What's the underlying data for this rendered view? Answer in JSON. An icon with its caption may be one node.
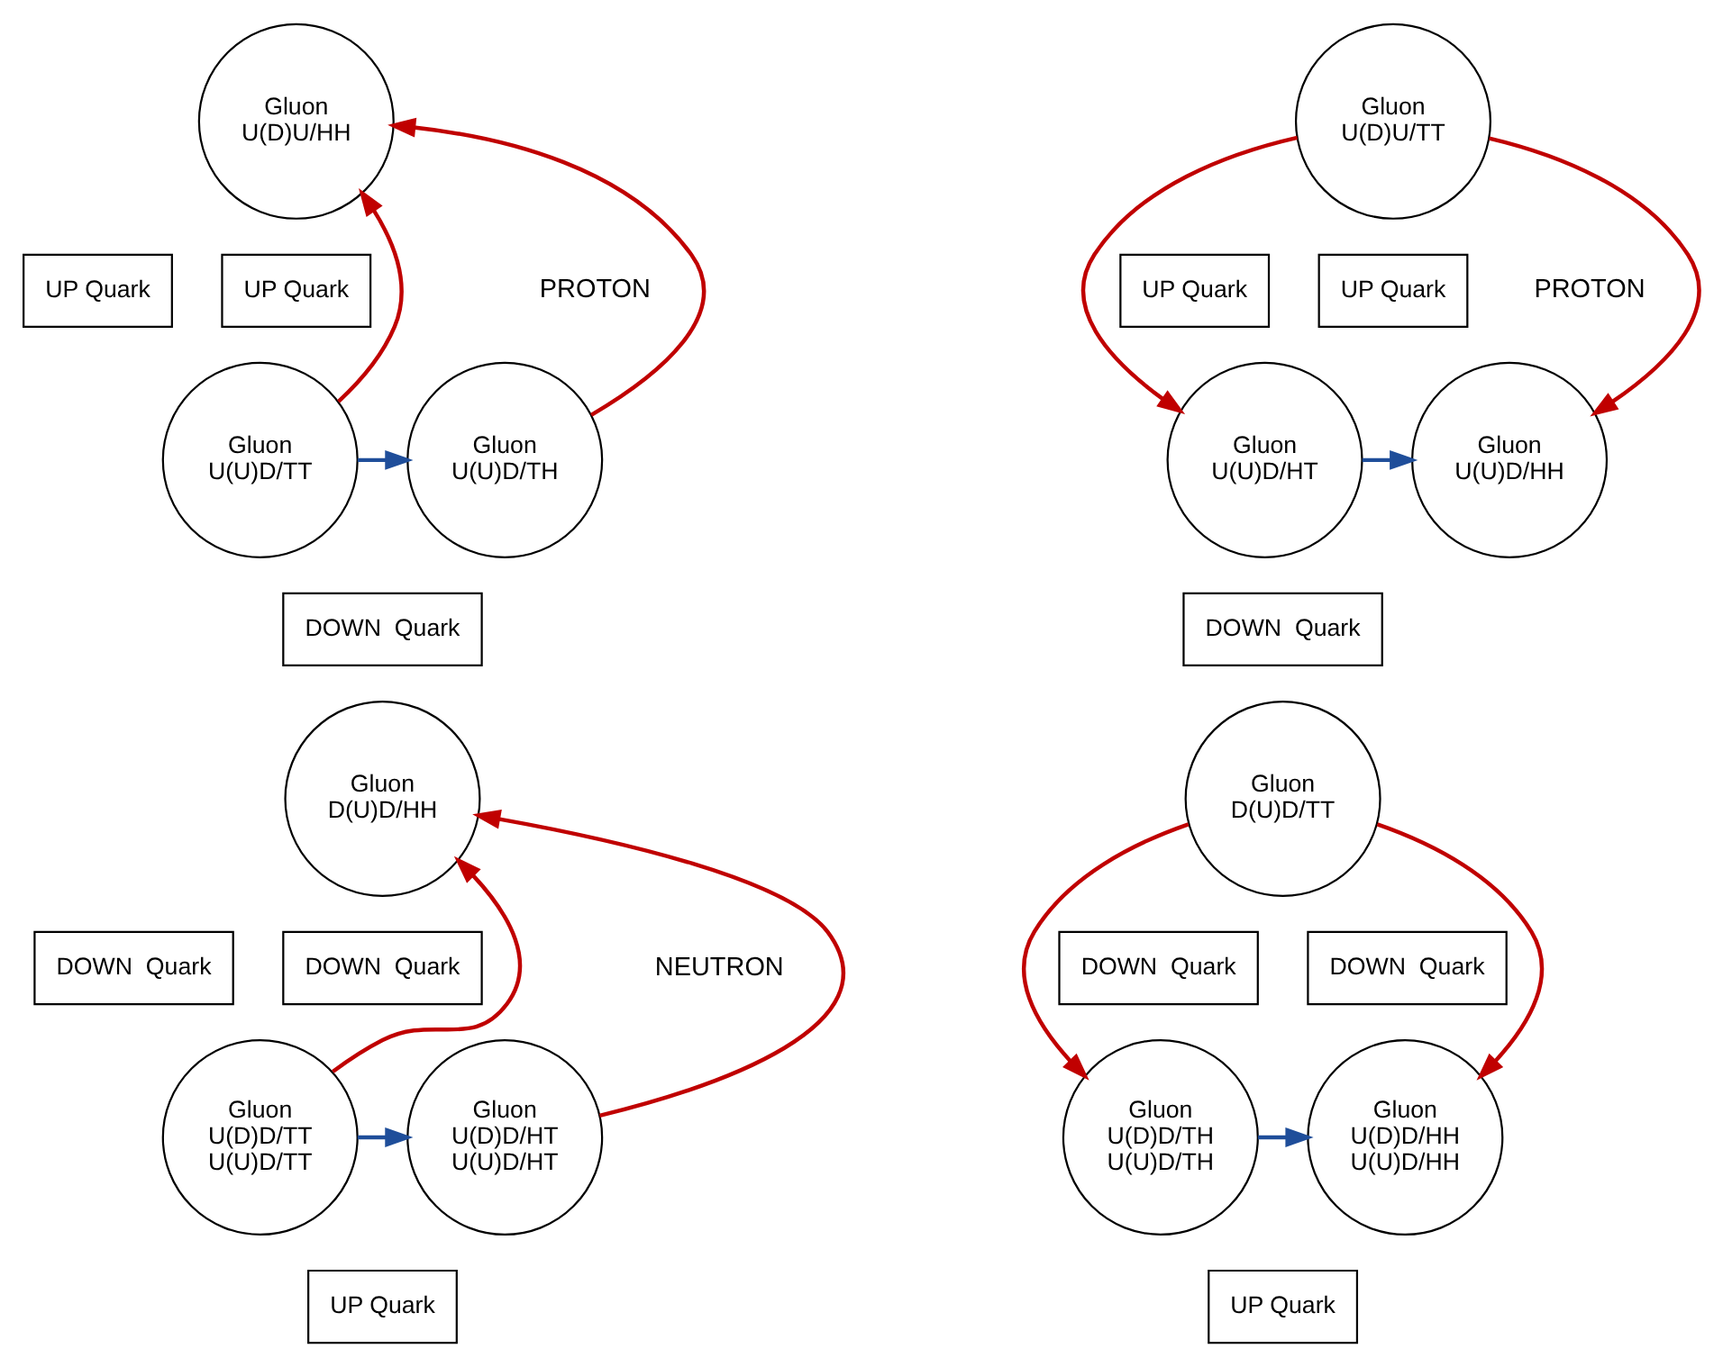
{
  "diagram": {
    "nodes": [
      {
        "text": [
          "Gluon",
          "U(D)U/HH"
        ]
      },
      {
        "text": [
          "UP Quark"
        ]
      },
      {
        "text": [
          "UP Quark"
        ]
      },
      {
        "text": [
          "Gluon",
          "U(U)D/TT"
        ]
      },
      {
        "text": [
          "Gluon",
          "U(U)D/TH"
        ]
      },
      {
        "text": [
          "DOWN  Quark"
        ]
      },
      {
        "text": [
          "Gluon",
          "U(D)U/TT"
        ]
      },
      {
        "text": [
          "UP Quark"
        ]
      },
      {
        "text": [
          "UP Quark"
        ]
      },
      {
        "text": [
          "Gluon",
          "U(U)D/HT"
        ]
      },
      {
        "text": [
          "Gluon",
          "U(U)D/HH"
        ]
      },
      {
        "text": [
          "DOWN  Quark"
        ]
      },
      {
        "text": [
          "Gluon",
          "D(U)D/HH"
        ]
      },
      {
        "text": [
          "DOWN  Quark"
        ]
      },
      {
        "text": [
          "DOWN  Quark"
        ]
      },
      {
        "text": [
          "Gluon",
          "U(D)D/TT",
          "U(U)D/TT"
        ]
      },
      {
        "text": [
          "Gluon",
          "U(D)D/HT",
          "U(U)D/HT"
        ]
      },
      {
        "text": [
          "UP Quark"
        ]
      },
      {
        "text": [
          "Gluon",
          "D(U)D/TT"
        ]
      },
      {
        "text": [
          "DOWN  Quark"
        ]
      },
      {
        "text": [
          "DOWN  Quark"
        ]
      },
      {
        "text": [
          "Gluon",
          "U(D)D/TH",
          "U(U)D/TH"
        ]
      },
      {
        "text": [
          "Gluon",
          "U(D)D/HH",
          "U(U)D/HH"
        ]
      },
      {
        "text": [
          "UP Quark"
        ]
      }
    ],
    "edges": [
      {
        "from": 3,
        "to": 0,
        "arrow": "to"
      },
      {
        "from": 4,
        "to": 0,
        "arrow": "to"
      },
      {
        "from": 3,
        "to": 4,
        "arrow": "to",
        "color": "#1f4e9a"
      },
      {
        "from": 6,
        "to": 9,
        "arrow": "to"
      },
      {
        "from": 6,
        "to": 10,
        "arrow": "to"
      },
      {
        "from": 9,
        "to": 10,
        "arrow": "to",
        "color": "#1f4e9a"
      },
      {
        "from": 15,
        "to": 12,
        "arrow": "to"
      },
      {
        "from": 16,
        "to": 12,
        "arrow": "to"
      },
      {
        "from": 15,
        "to": 16,
        "arrow": "to",
        "color": "#1f4e9a"
      },
      {
        "from": 18,
        "to": 21,
        "arrow": "to"
      },
      {
        "from": 18,
        "to": 22,
        "arrow": "to"
      },
      {
        "from": 21,
        "to": 22,
        "arrow": "to",
        "color": "#1f4e9a"
      }
    ],
    "labels": [
      "PROTON",
      "PROTON",
      "NEUTRON"
    ]
  }
}
